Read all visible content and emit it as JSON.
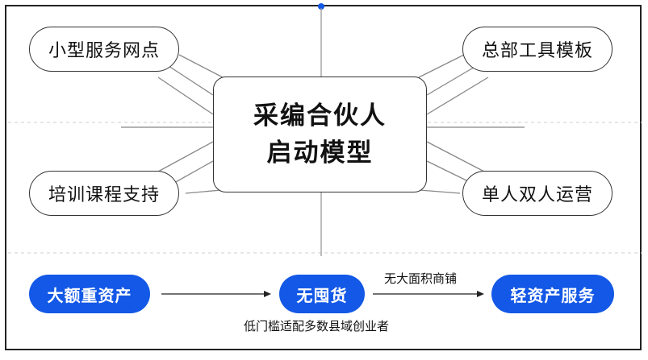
{
  "center": {
    "line1": "采编合伙人",
    "line2": "启动模型"
  },
  "nodes": {
    "top_left": "小型服务网点",
    "top_right": "总部工具模板",
    "bottom_left": "培训课程支持",
    "bottom_right": "单人双人运营"
  },
  "flow": {
    "step1": "大额重资产",
    "step2": "无囤货",
    "step3": "轻资产服务",
    "arrow2_label": "无大面积商铺",
    "caption": "低门槛适配多数县域创业者"
  },
  "colors": {
    "accent": "#1358e6",
    "line": "#888888"
  }
}
